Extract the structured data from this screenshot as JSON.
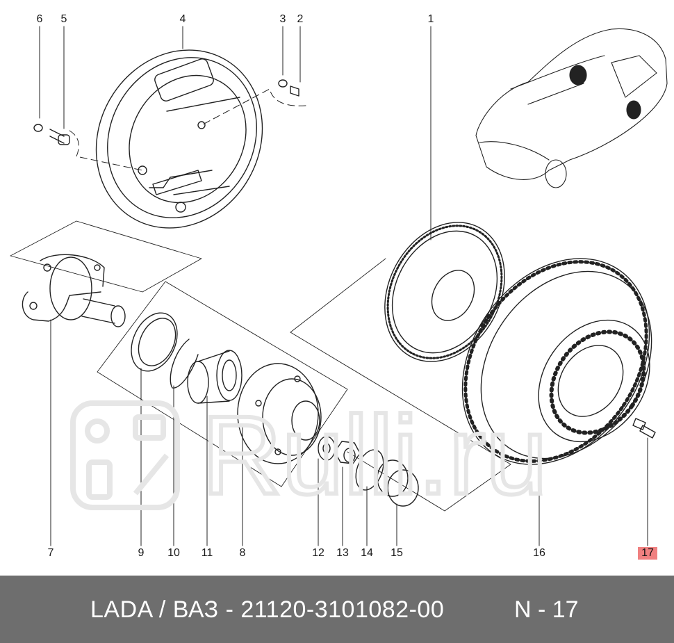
{
  "callouts": {
    "c1": "1",
    "c2": "2",
    "c3": "3",
    "c4": "4",
    "c5": "5",
    "c6": "6",
    "c7": "7",
    "c8": "8",
    "c9": "9",
    "c10": "10",
    "c11": "11",
    "c12": "12",
    "c13": "13",
    "c14": "14",
    "c15": "15",
    "c16": "16",
    "c17": "17"
  },
  "highlight_color": "#f08080",
  "footer": {
    "part_code": "LADA / ВАЗ - 21120-3101082-00",
    "item_number": "N - 17"
  },
  "watermark": {
    "text": "Rulli.ru"
  }
}
